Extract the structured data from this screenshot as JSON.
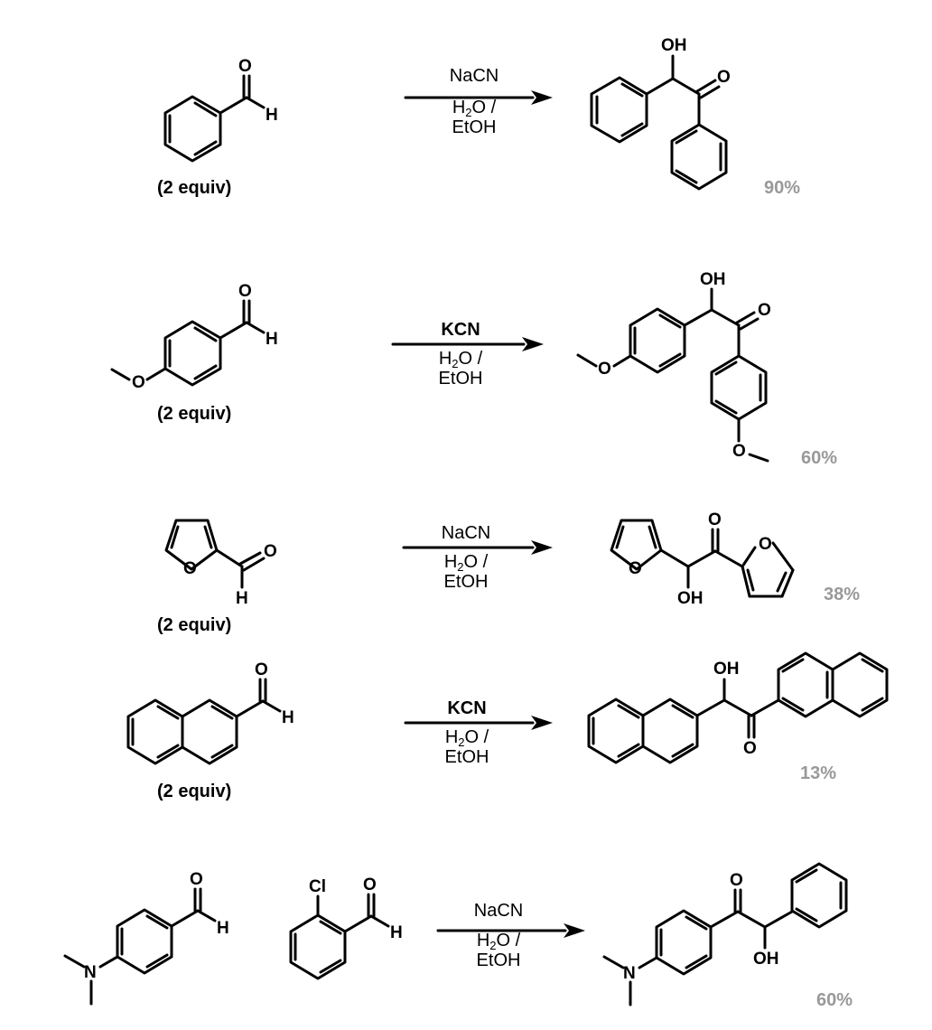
{
  "colors": {
    "ink": "#000000",
    "yield": "#999999",
    "background": "#ffffff"
  },
  "atoms": {
    "O": "O",
    "H": "H",
    "OH": "OH",
    "N": "N",
    "Cl": "Cl"
  },
  "reactions": [
    {
      "reactant": "benzaldehyde",
      "equiv_label": "(2 equiv)",
      "reagent": "NaCN",
      "reagent_bold": false,
      "solvent_line1_prefix": "H",
      "solvent_line1_sub": "2",
      "solvent_line1_suffix": "O /",
      "solvent_line2": "EtOH",
      "product": "benzoin",
      "yield": "90%"
    },
    {
      "reactant": "4-methoxybenzaldehyde",
      "equiv_label": "(2 equiv)",
      "reagent": "KCN",
      "reagent_bold": true,
      "solvent_line1_prefix": "H",
      "solvent_line1_sub": "2",
      "solvent_line1_suffix": "O /",
      "solvent_line2": "EtOH",
      "product": "anisoin",
      "yield": "60%"
    },
    {
      "reactant": "furfural",
      "equiv_label": "(2 equiv)",
      "reagent": "NaCN",
      "reagent_bold": false,
      "solvent_line1_prefix": "H",
      "solvent_line1_sub": "2",
      "solvent_line1_suffix": "O /",
      "solvent_line2": "EtOH",
      "product": "furoin",
      "yield": "38%"
    },
    {
      "reactant": "2-naphthaldehyde",
      "equiv_label": "(2 equiv)",
      "reagent": "KCN",
      "reagent_bold": true,
      "solvent_line1_prefix": "H",
      "solvent_line1_sub": "2",
      "solvent_line1_suffix": "O /",
      "solvent_line2": "EtOH",
      "product": "2,2'-naphthoin",
      "yield": "13%"
    },
    {
      "reactants": [
        "4-(dimethylamino)benzaldehyde",
        "2-chlorobenzaldehyde"
      ],
      "reagent": "NaCN",
      "reagent_bold": false,
      "solvent_line1_prefix": "H",
      "solvent_line1_sub": "2",
      "solvent_line1_suffix": "O /",
      "solvent_line2": "EtOH",
      "product": "crossed benzoin (4-dimethylamino)",
      "yield": "60%"
    }
  ]
}
